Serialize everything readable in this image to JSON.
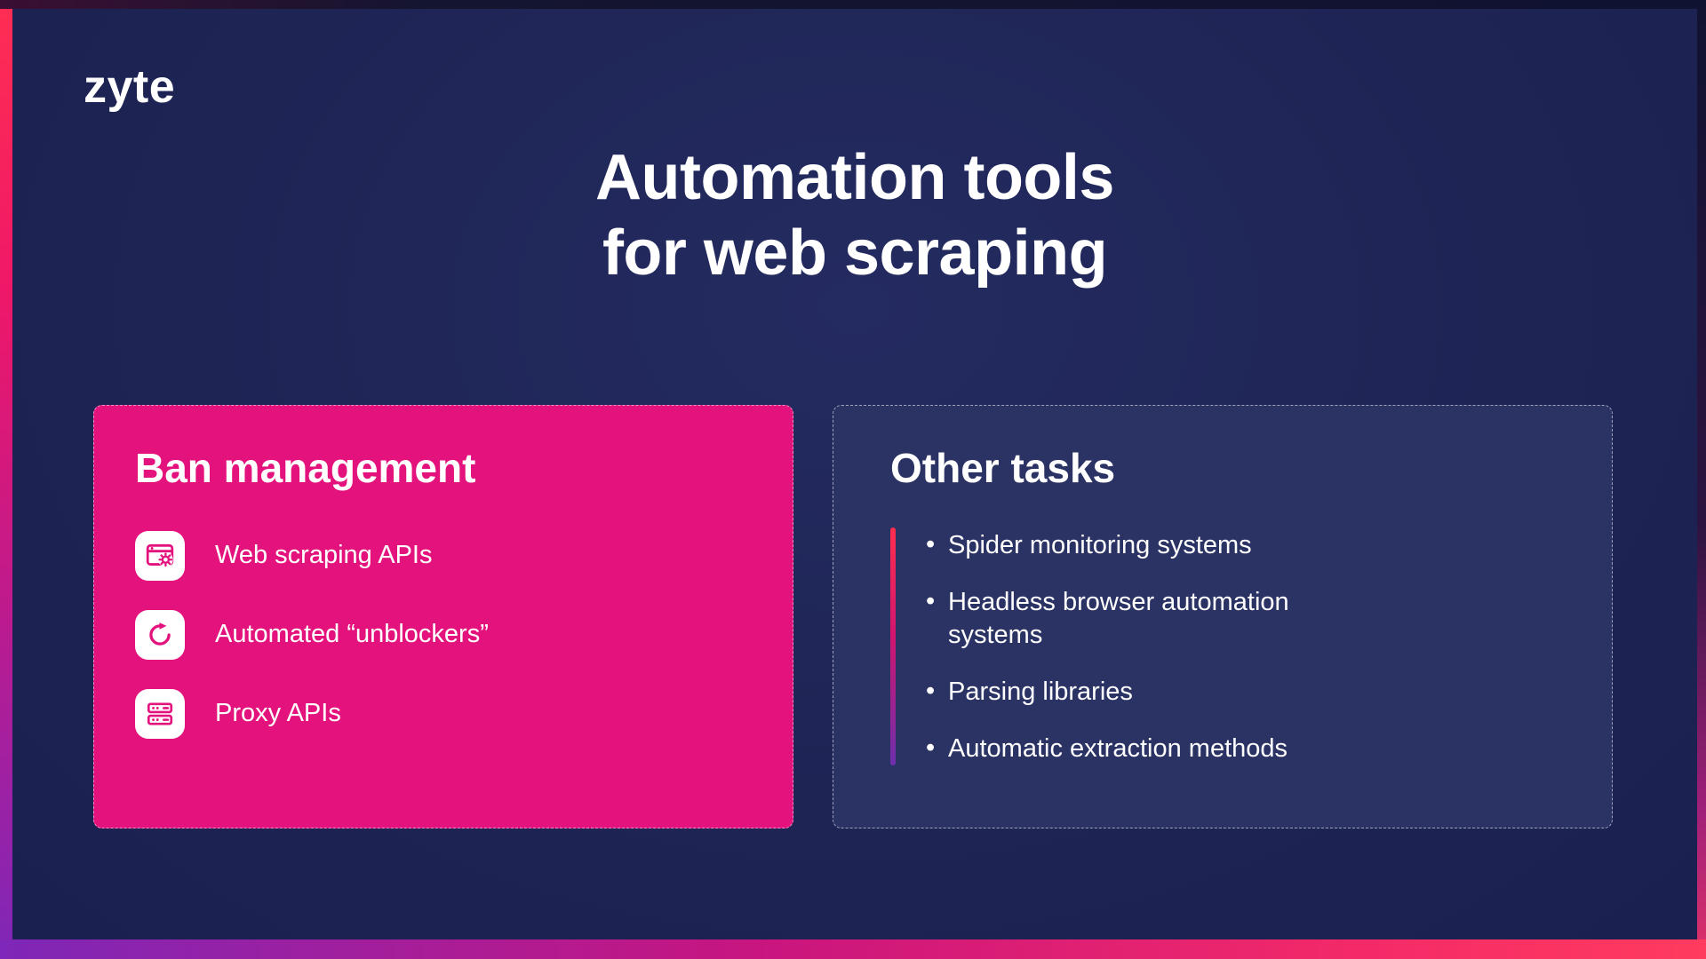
{
  "brand": {
    "logo": "zyte"
  },
  "title": {
    "line1": "Automation tools",
    "line2": "for web scraping"
  },
  "cards": {
    "ban": {
      "title": "Ban management",
      "items": [
        {
          "label": "Web scraping APIs",
          "icon": "browser-settings-icon"
        },
        {
          "label": "Automated “unblockers”",
          "icon": "cycle-arrow-icon"
        },
        {
          "label": "Proxy APIs",
          "icon": "server-stack-icon"
        }
      ]
    },
    "other": {
      "title": "Other tasks",
      "items": [
        "Spider monitoring systems",
        "Headless browser automation systems",
        "Parsing libraries",
        "Automatic extraction methods"
      ]
    }
  },
  "colors": {
    "brand_pink": "#E4127C",
    "background_navy": "#1E2454",
    "card_navy": "#2B3264",
    "accent_bar_top": "#FF2E4F",
    "accent_bar_bottom": "#6D2FAE",
    "frame_red": "#FF2E52",
    "frame_purple": "#7E27B8",
    "text_white": "#FFFFFF"
  }
}
